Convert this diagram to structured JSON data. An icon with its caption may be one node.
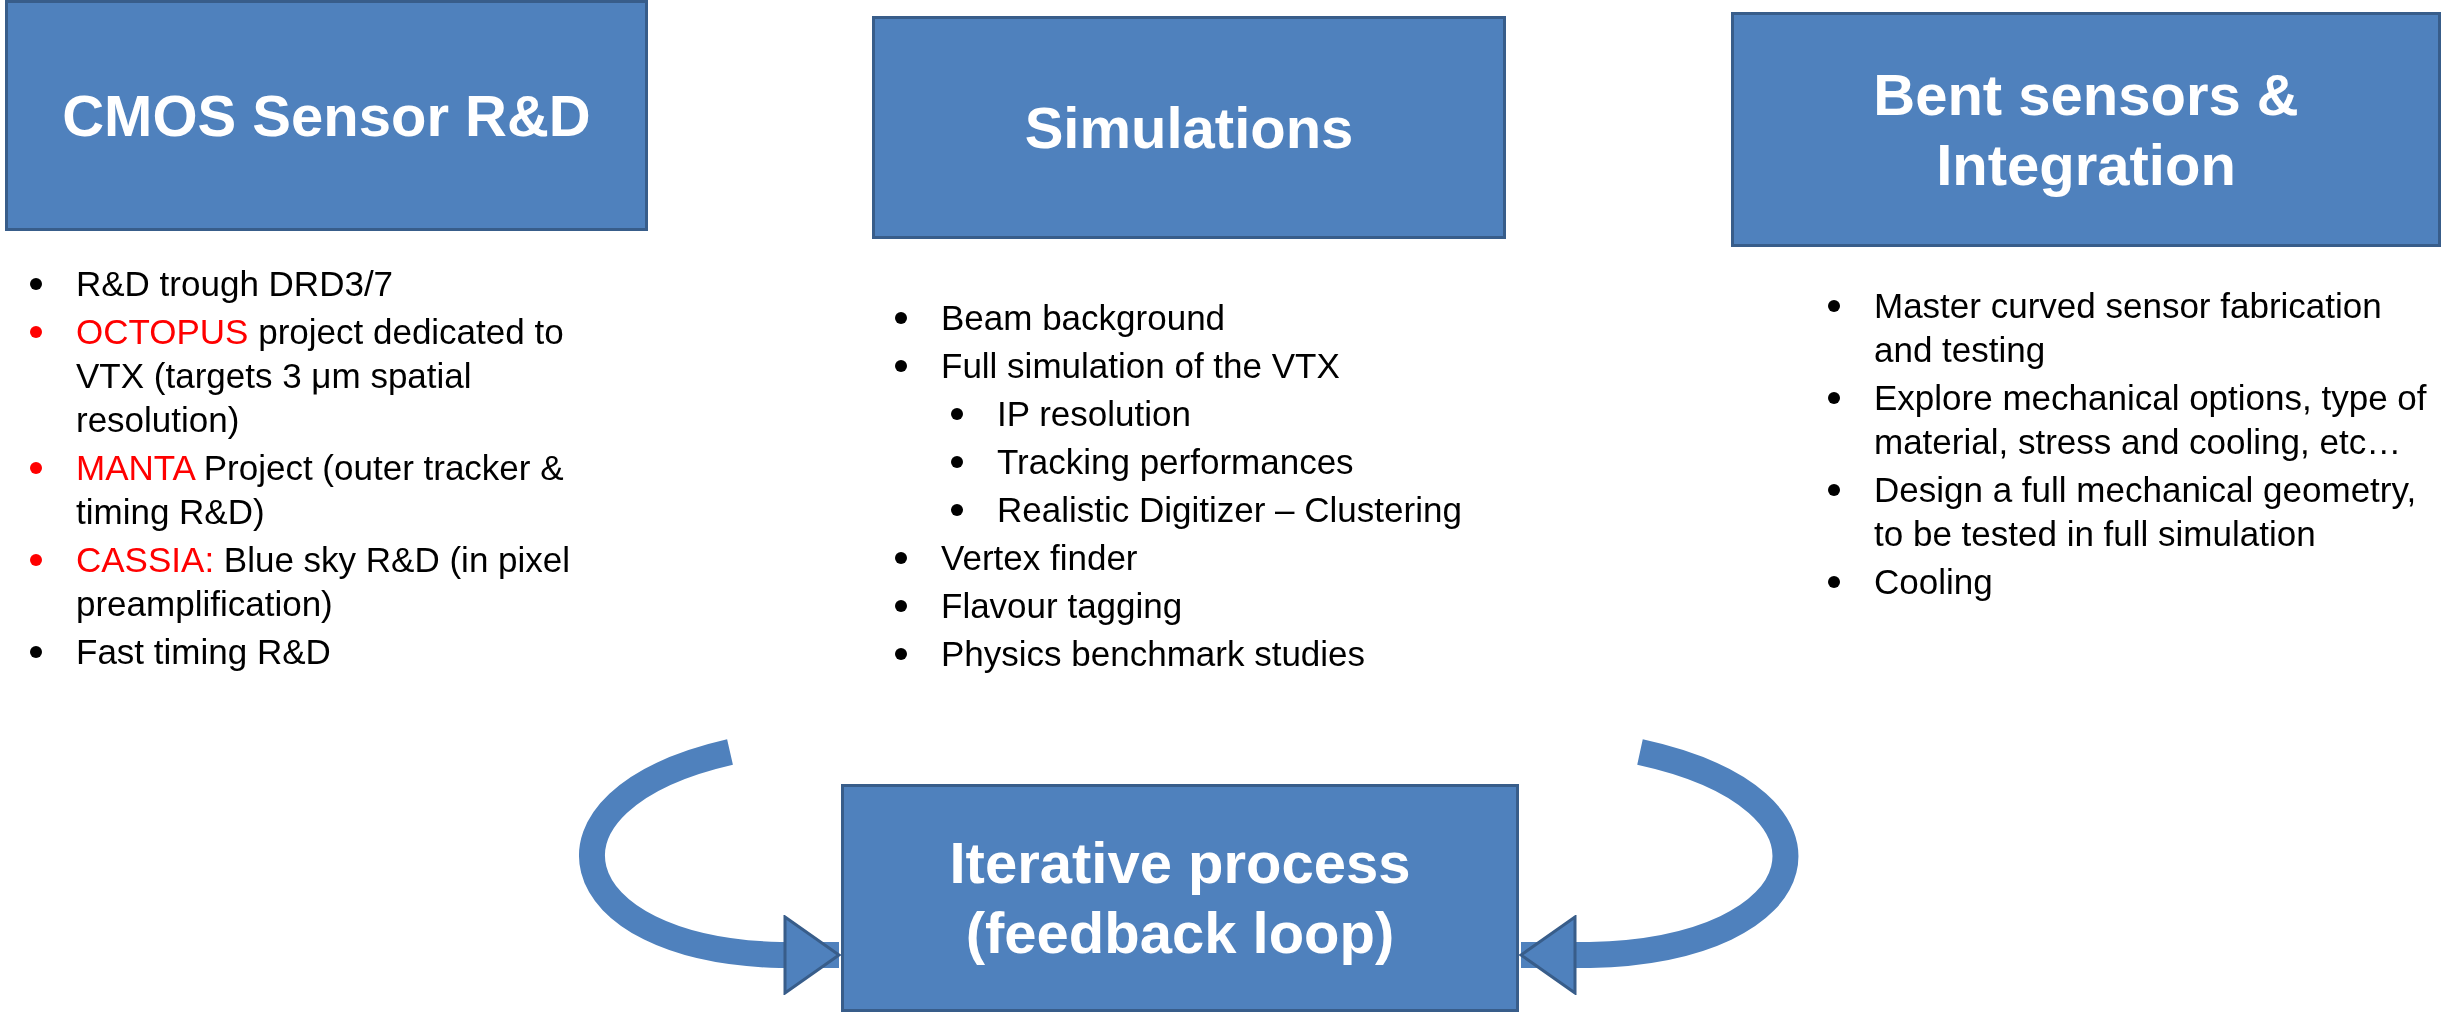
{
  "diagram": {
    "nodes": [
      {
        "text": [
          "CMOS Sensor R&D"
        ]
      },
      {
        "text": [
          "Simulations"
        ]
      },
      {
        "text": [
          "Bent sensors & Integration"
        ]
      },
      {
        "text": [
          "Iterative process (feedback loop)"
        ]
      }
    ],
    "edges": [
      {
        "from": null,
        "to": 3,
        "arrow": "to"
      },
      {
        "from": null,
        "to": 3,
        "arrow": "to"
      }
    ],
    "labels": [
      "R&D trough DRD3/7",
      "OCTOPUS",
      "project dedicated to VTX (targets 3 μm spatial resolution)",
      "MANTA",
      "Project (outer tracker & timing R&D)",
      "CASSIA:",
      "Blue sky R&D (in pixel preamplification)",
      "Fast timing R&D",
      "Beam background",
      "Full simulation of the VTX",
      "IP resolution",
      "Tracking performances",
      "Realistic Digitizer – Clustering",
      "Vertex finder",
      "Flavour tagging",
      "Physics benchmark studies",
      "Master curved sensor fabrication and testing",
      "Explore mechanical options, type of material, stress and cooling, etc…",
      "Design a full mechanical geometry, to be tested in full simulation",
      "Cooling"
    ]
  }
}
